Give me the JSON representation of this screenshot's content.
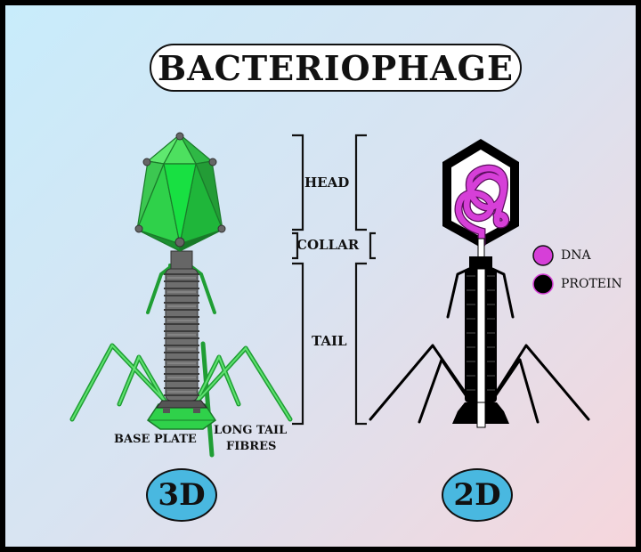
{
  "title": "BACTERIOPHAGE",
  "parts": {
    "head": "HEAD",
    "collar": "COLLAR",
    "tail": "TAIL",
    "base_plate": "BASE PLATE",
    "long_tail_fibres_line1": "LONG TAIL",
    "long_tail_fibres_line2": "FIBRES"
  },
  "legend": [
    {
      "label": "DNA",
      "color": "#d63fd8"
    },
    {
      "label": "PROTEIN",
      "color": "#000000"
    }
  ],
  "badges": {
    "left": "3D",
    "right": "2D"
  },
  "colors": {
    "phage_3d_green": "#2fd14a",
    "tail_grey": "#6e6e6e",
    "dna": "#d63fd8",
    "badge_blue": "#49b8e0"
  }
}
